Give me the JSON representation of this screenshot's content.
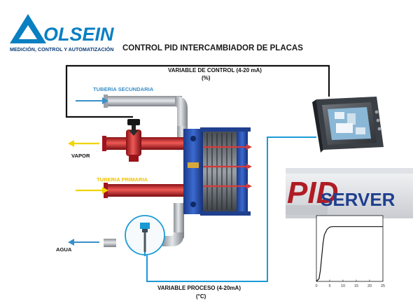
{
  "brand": {
    "name": "OLSEIN",
    "tagline": "MEDICIÓN, CONTROL Y AUTOMATIZACIÓN",
    "color": "#0a7fc2"
  },
  "title": "CONTROL PID INTERCAMBIADOR DE PLACAS",
  "signals": {
    "control_label": "VARIABLE DE CONTROL (4-20 mA)",
    "control_unit": "(%)",
    "process_label": "VARIABLE PROCESO (4-20mA)",
    "process_unit": "(°C)",
    "line_color": "#1b9ad6",
    "control_line_color": "#111111"
  },
  "pipes": {
    "secondary_label": "TUBERIA SECUNDARIA",
    "secondary_color": "#3a8fc8",
    "primary_label": "TUBERIA PRIMARIA",
    "primary_color": "#f2c200",
    "steam_label": "VAPOR",
    "water_label": "AGUA",
    "hot_pipe_color": "#c8202a",
    "arrow_yellow": "#f2d400"
  },
  "pid_logo": {
    "pid": "PID",
    "server": "SERVER",
    "pid_color": "#b01c24",
    "server_color": "#1f3f8f"
  },
  "chart_data": {
    "type": "line",
    "x": [
      0,
      1,
      1.5,
      2,
      2.5,
      3,
      4,
      5,
      6,
      8,
      10,
      15,
      20,
      25
    ],
    "y": [
      0,
      0.05,
      0.2,
      0.45,
      0.7,
      0.85,
      0.95,
      0.99,
      1.0,
      1.0,
      1.0,
      1.0,
      1.0,
      1.0
    ],
    "xlim": [
      0,
      25
    ],
    "ylim": [
      0,
      1.2
    ],
    "xticks": [
      "0",
      "5",
      "10",
      "15",
      "20",
      "25"
    ]
  }
}
